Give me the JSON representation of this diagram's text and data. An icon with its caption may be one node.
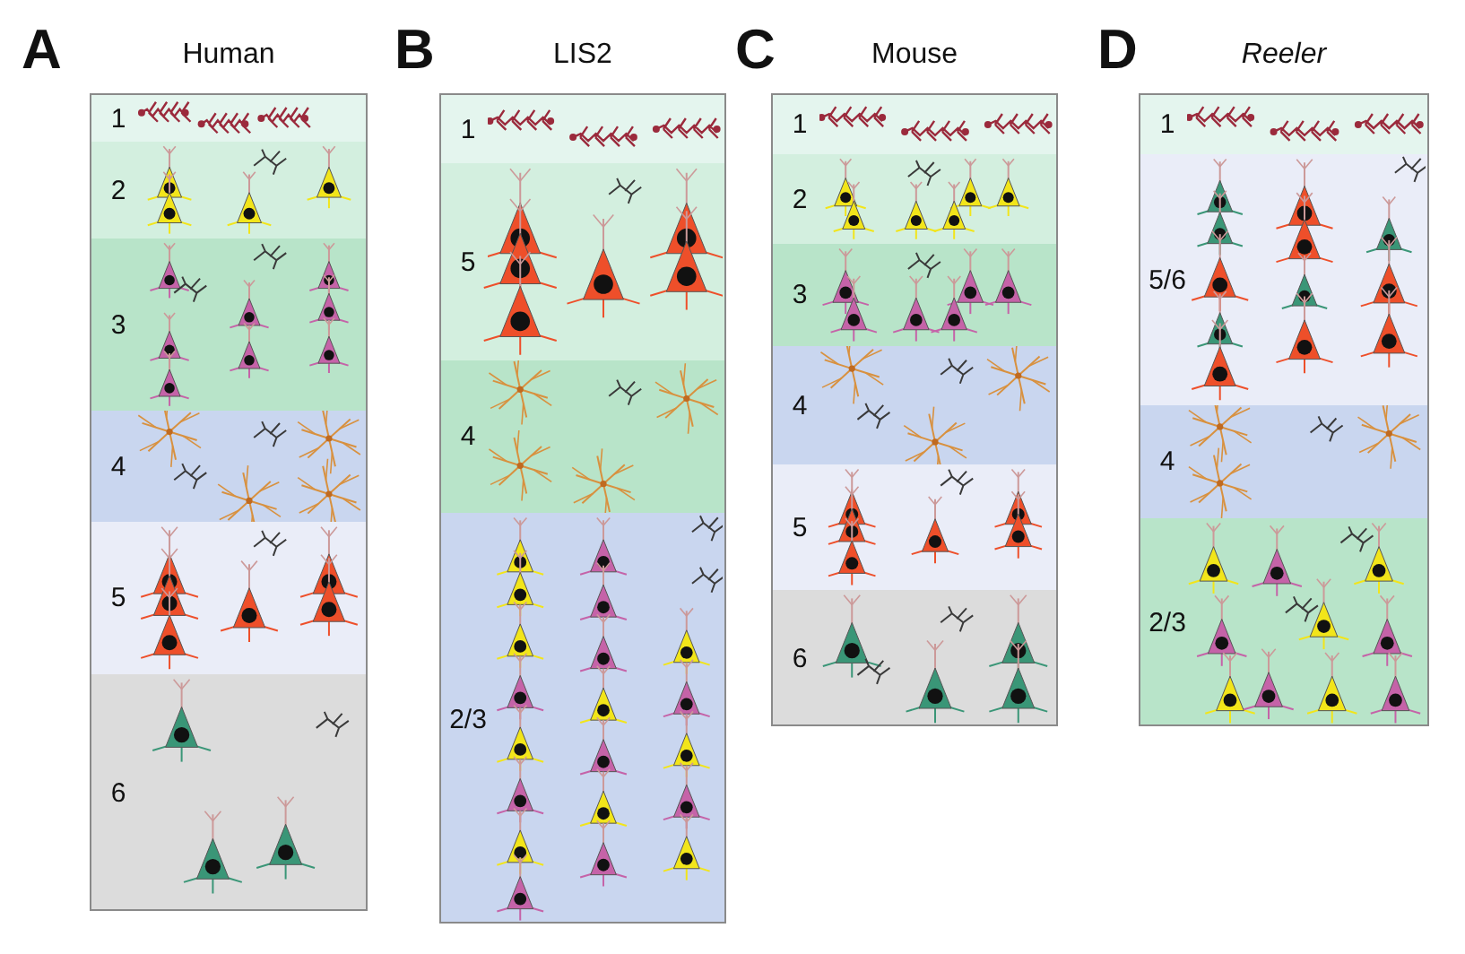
{
  "diagram": {
    "nodes": [
      {
        "text": [
          "Human"
        ],
        "beside": [
          "A"
        ]
      },
      {
        "text": [
          "1"
        ],
        "in": 0
      },
      {
        "text": [
          "2"
        ],
        "in": 0
      },
      {
        "text": [
          "3"
        ],
        "in": 0
      },
      {
        "text": [
          "4"
        ],
        "in": 0
      },
      {
        "text": [
          "5"
        ],
        "in": 0
      },
      {
        "text": [
          "6"
        ],
        "in": 0
      },
      {
        "text": [
          "LIS2"
        ],
        "beside": [
          "B"
        ]
      },
      {
        "text": [
          "1"
        ],
        "in": 7
      },
      {
        "text": [
          "5"
        ],
        "in": 7
      },
      {
        "text": [
          "4"
        ],
        "in": 7
      },
      {
        "text": [
          "2/3"
        ],
        "in": 7
      },
      {
        "text": [
          "Mouse"
        ],
        "beside": [
          "C"
        ]
      },
      {
        "text": [
          "1"
        ],
        "in": 12
      },
      {
        "text": [
          "2"
        ],
        "in": 12
      },
      {
        "text": [
          "3"
        ],
        "in": 12
      },
      {
        "text": [
          "4"
        ],
        "in": 12
      },
      {
        "text": [
          "5"
        ],
        "in": 12
      },
      {
        "text": [
          "6"
        ],
        "in": 12
      },
      {
        "text": [
          "Reeler"
        ],
        "beside": [
          "D"
        ]
      },
      {
        "text": [
          "1"
        ],
        "in": 19
      },
      {
        "text": [
          "5/6"
        ],
        "in": 19
      },
      {
        "text": [
          "4"
        ],
        "in": 19
      },
      {
        "text": [
          "2/3"
        ],
        "in": 19
      }
    ]
  }
}
